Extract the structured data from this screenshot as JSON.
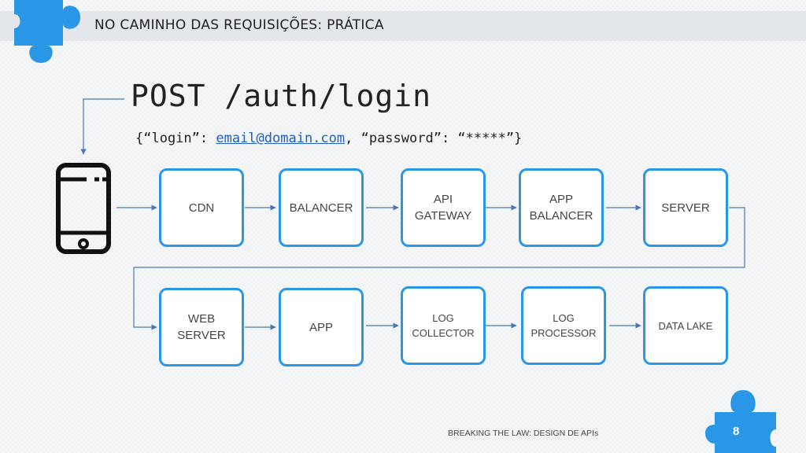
{
  "slide": {
    "title": "NO CAMINHO DAS REQUISIÇÕES: PRÁTICA",
    "footer": "BREAKING THE LAW: DESIGN DE APIs",
    "page_number": "8"
  },
  "request": {
    "endpoint": "POST /auth/login",
    "payload_prefix": "{“login”: ",
    "payload_email": "email@domain.com",
    "payload_suffix": ", “password”: “*****”}"
  },
  "flow": {
    "row1": [
      "CDN",
      "BALANCER",
      "API\nGATEWAY",
      "APP\nBALANCER",
      "SERVER"
    ],
    "row2": [
      "WEB\nSERVER",
      "APP",
      "LOG\nCOLLECTOR",
      "LOG\nPROCESSOR",
      "DATA LAKE"
    ]
  },
  "colors": {
    "accent": "#2a97e6",
    "connector": "#4a78b5",
    "puzzle": "#2a97e6"
  },
  "icons": {
    "device": "smartphone-icon",
    "decor_top": "puzzle-piece-icon",
    "decor_bottom": "puzzle-piece-icon"
  }
}
